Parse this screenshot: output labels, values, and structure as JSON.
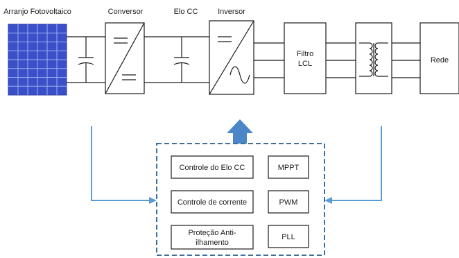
{
  "labels": {
    "pv_array": "Arranjo Fotovoltaico",
    "converter": "Conversor",
    "dc_link": "Elo CC",
    "inverter": "Inversor",
    "filter_line1": "Filtro",
    "filter_line2": "LCL",
    "grid": "Rede"
  },
  "control": {
    "dc_link_control": "Controle do Elo CC",
    "mppt": "MPPT",
    "current_control": "Controle de corrente",
    "pwm": "PWM",
    "anti_islanding_line1": "Proteção Anti-",
    "anti_islanding_line2": "ilhamento",
    "pll": "PLL"
  },
  "colors": {
    "panel_cell": "#3a4fc8",
    "panel_grid": "#9fb0f0",
    "flow_arrow": "#5b9bd5",
    "line": "#1a1a1a"
  },
  "icons": {
    "dcdc": "dc-dc-converter-symbol",
    "dcac": "dc-ac-inverter-symbol",
    "cap": "capacitor-symbol",
    "transformer": "transformer-symbol"
  }
}
